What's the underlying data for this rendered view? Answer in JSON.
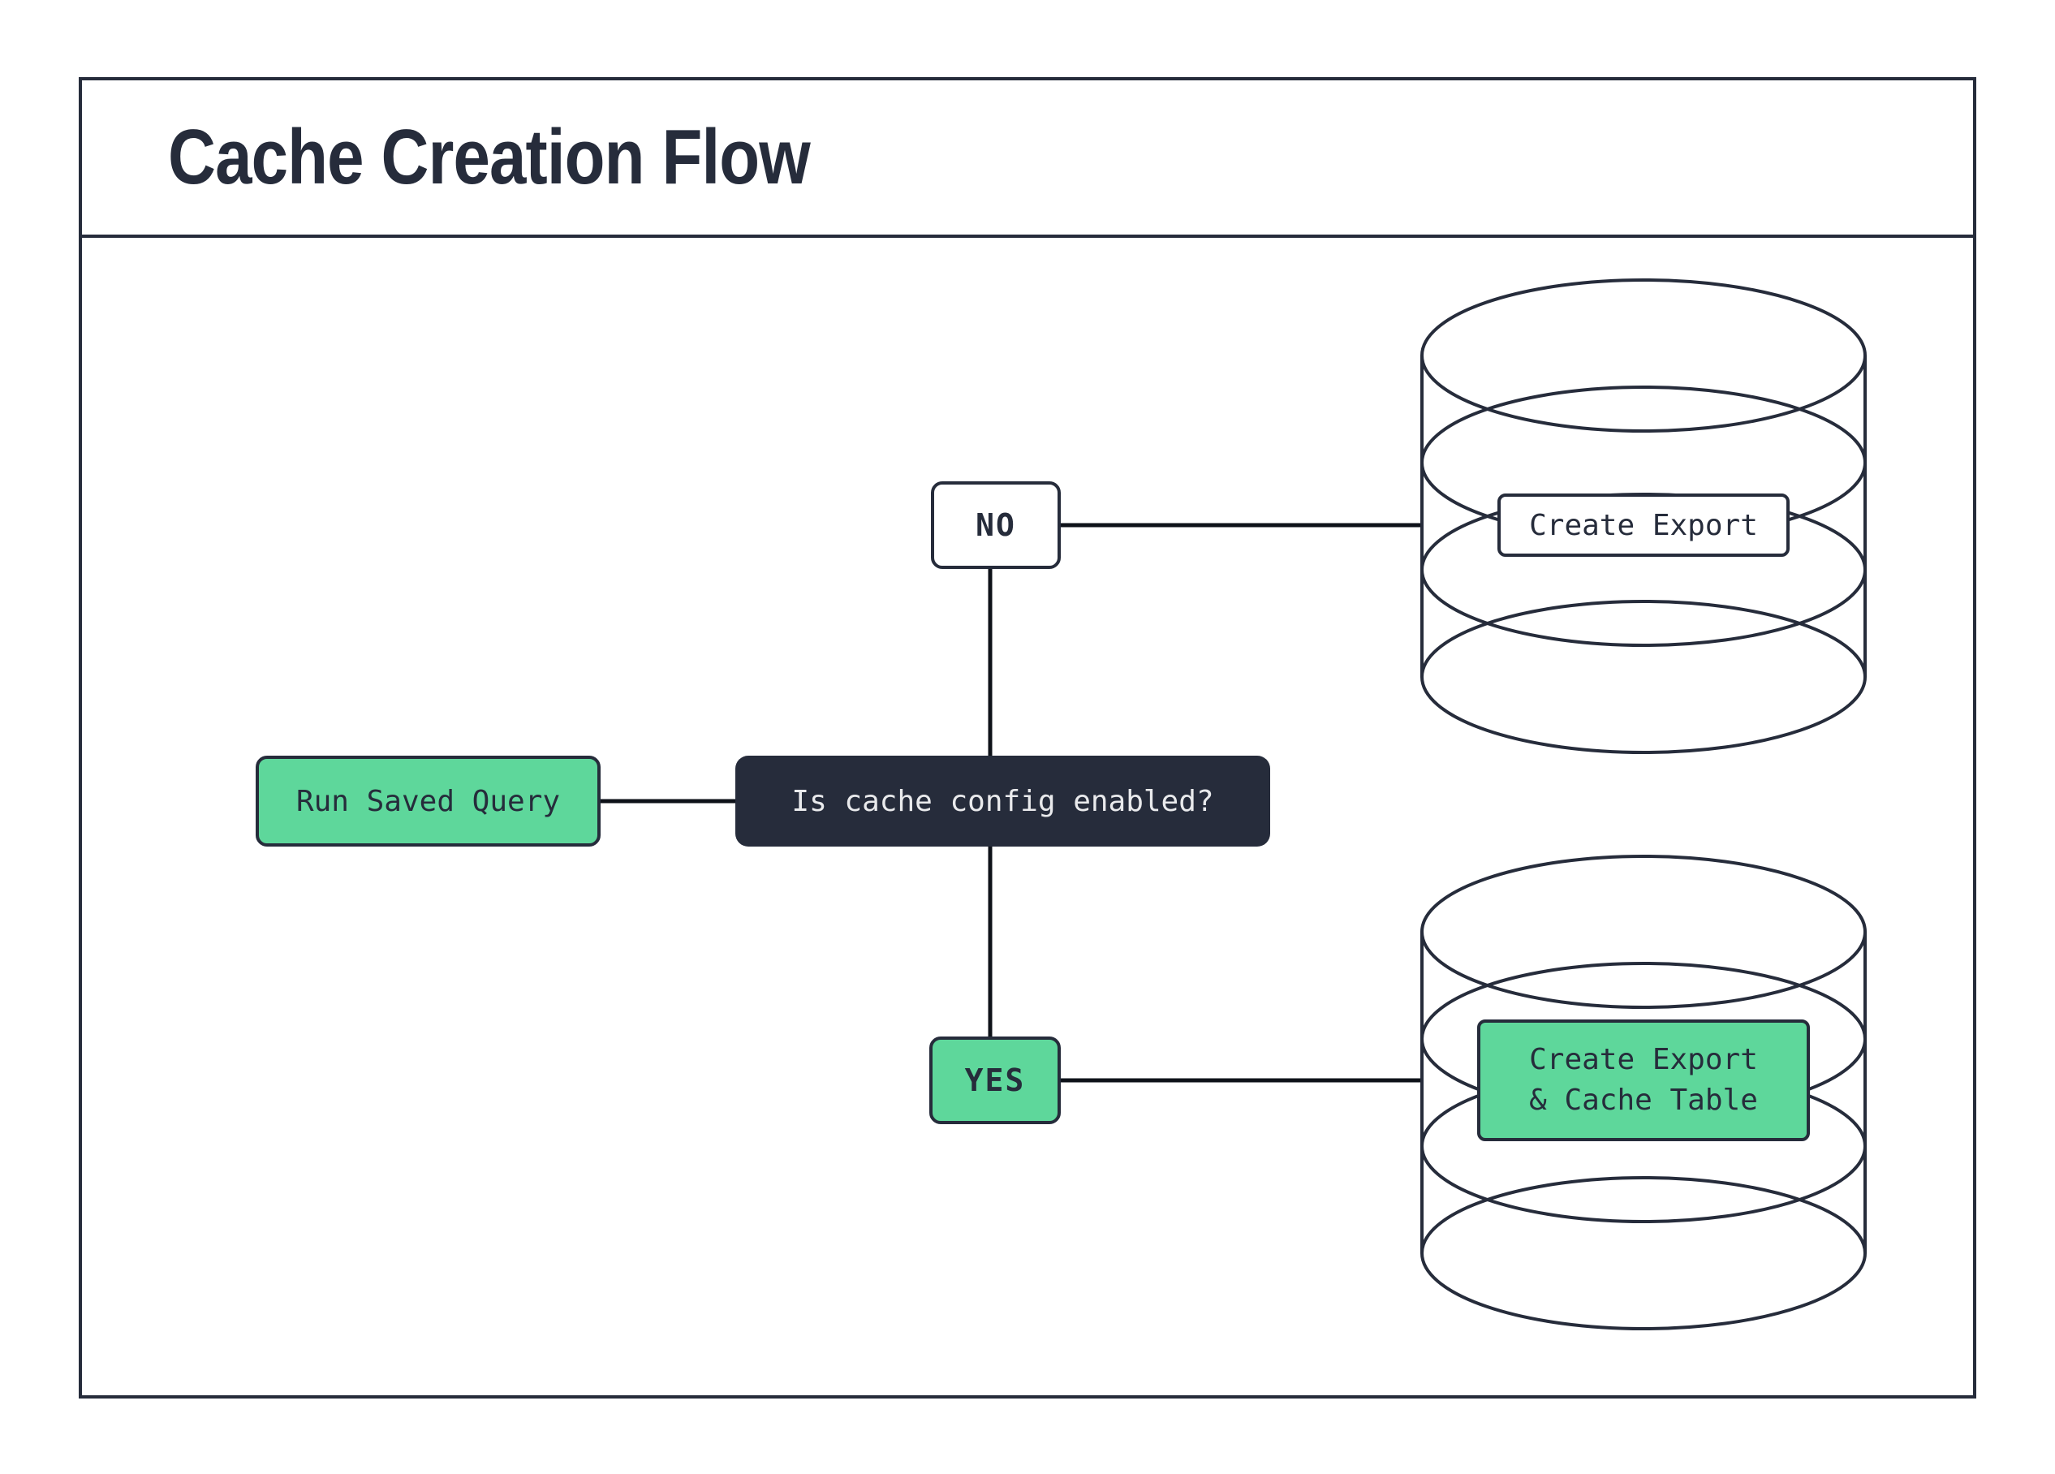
{
  "title": "Cache Creation Flow",
  "colors": {
    "ink": "#262C3B",
    "green": "#5ED79B",
    "line": "#0E1219",
    "light_text": "#E9EAEC",
    "background": "#FFFFFF"
  },
  "nodes": {
    "start": {
      "label": "Run Saved Query"
    },
    "decision": {
      "label": "Is cache config enabled?"
    },
    "branch_no": {
      "label": "NO"
    },
    "branch_yes": {
      "label": "YES"
    },
    "db_export": {
      "label": "Create Export",
      "icon": "database-icon"
    },
    "db_export_cache": {
      "label": "Create Export & Cache Table",
      "lines": [
        "Create Export",
        "& Cache Table"
      ],
      "icon": "database-icon"
    }
  },
  "edges": [
    {
      "from": "Run Saved Query",
      "to": "Is cache config enabled?"
    },
    {
      "from": "Is cache config enabled?",
      "to": "NO"
    },
    {
      "from": "Is cache config enabled?",
      "to": "YES"
    },
    {
      "from": "NO",
      "to": "Create Export"
    },
    {
      "from": "YES",
      "to": "Create Export & Cache Table"
    }
  ]
}
